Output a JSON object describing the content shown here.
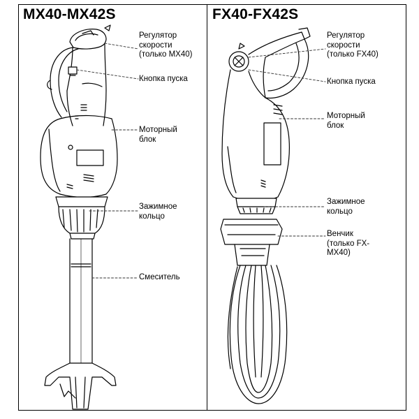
{
  "diagram": {
    "left_panel": {
      "title": "MX40-MX42S",
      "labels": {
        "speed": [
          "Регулятор",
          "скорости",
          "(только MX40)"
        ],
        "start": [
          "Кнопка пуска"
        ],
        "motor": [
          "Моторный",
          "блок"
        ],
        "ring": [
          "Зажимное",
          "кольцо"
        ],
        "mixer": [
          "Смеситель"
        ]
      }
    },
    "right_panel": {
      "title": "FX40-FX42S",
      "labels": {
        "speed": [
          "Регулятор",
          "скорости",
          "(только FX40)"
        ],
        "start": [
          "Кнопка пуска"
        ],
        "motor": [
          "Моторный",
          "блок"
        ],
        "ring": [
          "Зажимное",
          "кольцо"
        ],
        "whisk": [
          "Венчик",
          "(только FX-",
          "MX40)"
        ]
      }
    },
    "colors": {
      "line": "#000000",
      "background": "#ffffff",
      "leader": "#333333"
    }
  }
}
